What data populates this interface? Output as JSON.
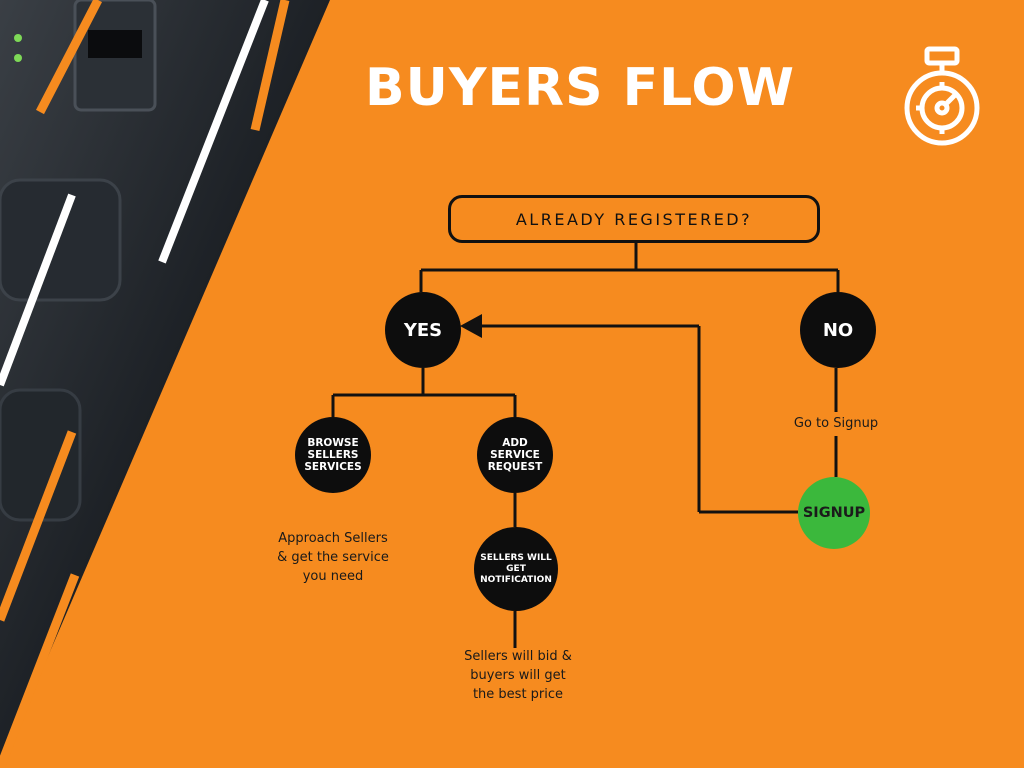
{
  "title": "BUYERS FLOW",
  "icon": "stopwatch-icon",
  "colors": {
    "background": "#f68b1f",
    "node": "#0d0d0d",
    "signup": "#3bb83c",
    "title": "#ffffff",
    "line": "#111111"
  },
  "nodes": {
    "question": "ALREADY REGISTERED?",
    "yes": "YES",
    "no": "NO",
    "browse": "BROWSE SELLERS SERVICES",
    "add_request": "ADD SERVICE REQUEST",
    "notification": "SELLERS WILL GET NOTIFICATION",
    "signup": "SIGNUP"
  },
  "notes": {
    "go_signup": "Go to Signup",
    "approach": "Approach Sellers & get the service you need",
    "bid": "Sellers will bid & buyers will get the best price"
  }
}
